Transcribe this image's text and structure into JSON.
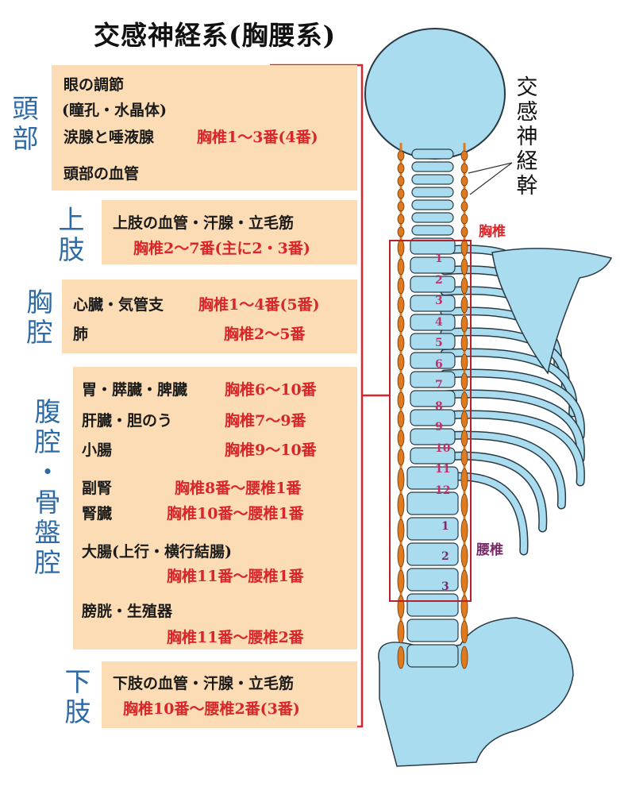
{
  "title": "交感神経系(胸腰系)",
  "trunk_label": "交感神経幹",
  "thoracic_label": "胸椎",
  "lumbar_label": "腰椎",
  "thoracic_numbers": [
    "1",
    "2",
    "3",
    "4",
    "5",
    "6",
    "7",
    "8",
    "9",
    "10",
    "11",
    "12"
  ],
  "lumbar_numbers": [
    "1",
    "2",
    "3"
  ],
  "colors": {
    "box": "#fbdcb4",
    "side": "#2d6aa6",
    "red": "#d8262a",
    "bone": "#a9dcef",
    "nerve": "#e07a1e",
    "lumbar": "#7a2a6a"
  },
  "sections": {
    "head": {
      "label": "頭部",
      "items": [
        "眼の調節",
        "(瞳孔・水晶体)",
        "涙腺と唾液腺",
        "頭部の血管"
      ],
      "range": "胸椎1～3番(4番)"
    },
    "upper_limb": {
      "label": "上肢",
      "items": [
        "上肢の血管・汗腺・立毛筋"
      ],
      "range": "胸椎2～7番(主に2・3番)"
    },
    "chest": {
      "label": "胸腔",
      "items": [
        {
          "organ": "心臓・気管支",
          "range": "胸椎1～4番(5番)"
        },
        {
          "organ": "肺",
          "range": "胸椎2～5番"
        }
      ]
    },
    "abdomen": {
      "label": "腹腔・骨盤腔",
      "items": [
        {
          "organ": "胃・膵臓・脾臓",
          "range": "胸椎6～10番"
        },
        {
          "organ": "肝臓・胆のう",
          "range": "胸椎7～9番"
        },
        {
          "organ": "小腸",
          "range": "胸椎9～10番"
        },
        {
          "organ": "副腎",
          "range": "胸椎8番～腰椎1番"
        },
        {
          "organ": "腎臓",
          "range": "胸椎10番～腰椎1番"
        },
        {
          "organ": "大腸(上行・横行結腸)",
          "range": "胸椎11番～腰椎1番"
        },
        {
          "organ": "膀胱・生殖器",
          "range": "胸椎11番～腰椎2番"
        }
      ]
    },
    "lower_limb": {
      "label": "下肢",
      "items": [
        "下肢の血管・汗腺・立毛筋"
      ],
      "range": "胸椎10番～腰椎2番(3番)"
    }
  }
}
